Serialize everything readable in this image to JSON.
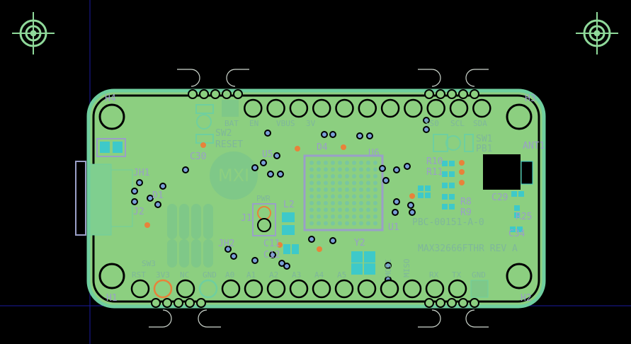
{
  "board": {
    "name": "MAX32666FTHR REV A",
    "part_number": "PBC-00151-A-0",
    "logo_text": "MXI"
  },
  "silkscreen": {
    "top_header_labels": [
      "BAT",
      "EN",
      "VBUS",
      "3V",
      "SS0",
      "SCL",
      "SDA"
    ],
    "bottom_header_labels": [
      "RST",
      "3V3",
      "NC",
      "GND",
      "A0",
      "A1",
      "A2",
      "A3",
      "A4",
      "A5",
      "MOSI",
      "MISO",
      "RX",
      "TX",
      "GND"
    ],
    "switch_labels": {
      "sw2": "SW2",
      "reset": "RESET",
      "sw1": "SW1",
      "pb1": "PB1",
      "sw3": "SW3",
      "pwr": "PWR"
    }
  },
  "references": [
    "H4",
    "H3",
    "H1",
    "H2",
    "JH1",
    "JH2",
    "J1",
    "J2",
    "D1",
    "D4",
    "U1",
    "U5",
    "U6",
    "Y2",
    "L2",
    "C11",
    "C12",
    "C29",
    "C30",
    "C34",
    "R8",
    "R9",
    "R10",
    "R11",
    "R25",
    "ANT1"
  ],
  "colors": {
    "background": "#000000",
    "board": "#8ccf80",
    "outline": "#6fcf9f",
    "copper_pad": "#3ec9c9",
    "silkscreen": "#9a9fc8",
    "drill": "#e8823a",
    "axis": "#1a1aa0"
  }
}
